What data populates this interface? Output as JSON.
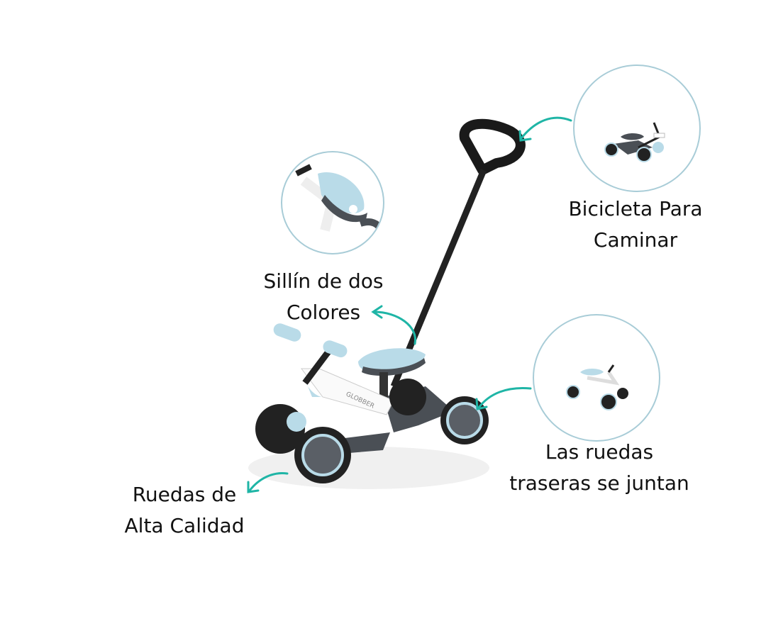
{
  "features": [
    {
      "line1": "Bicicleta Para",
      "line2": "Caminar"
    },
    {
      "line1": "Sillín de dos",
      "line2": "Colores"
    },
    {
      "line1": "Las ruedas",
      "line2": "traseras se juntan"
    },
    {
      "line1": "Ruedas de",
      "line2": "Alta Calidad"
    }
  ],
  "brand_on_frame": "GLOBBER",
  "colors": {
    "accent": "#1fb5a6",
    "circle_border": "#a8ccd7",
    "pastel_blue": "#b9dbe8",
    "dark_grey": "#4a4f55"
  }
}
